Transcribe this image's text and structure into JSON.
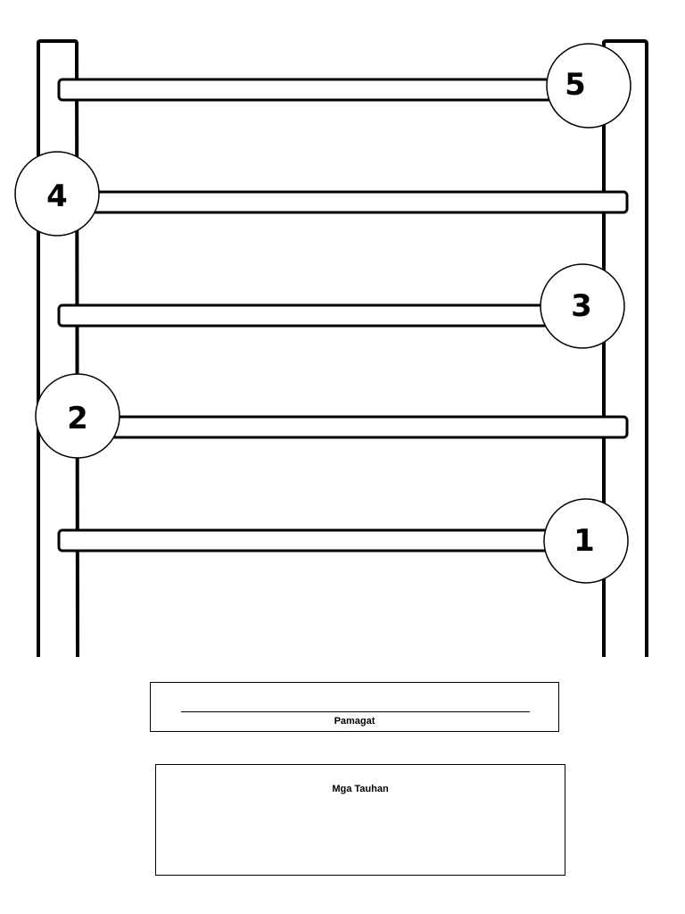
{
  "ladder": {
    "rungs": [
      {
        "number": "5"
      },
      {
        "number": "4"
      },
      {
        "number": "3"
      },
      {
        "number": "2"
      },
      {
        "number": "1"
      }
    ]
  },
  "title_box": {
    "label": "Pamagat"
  },
  "characters_box": {
    "label": "Mga Tauhan"
  }
}
